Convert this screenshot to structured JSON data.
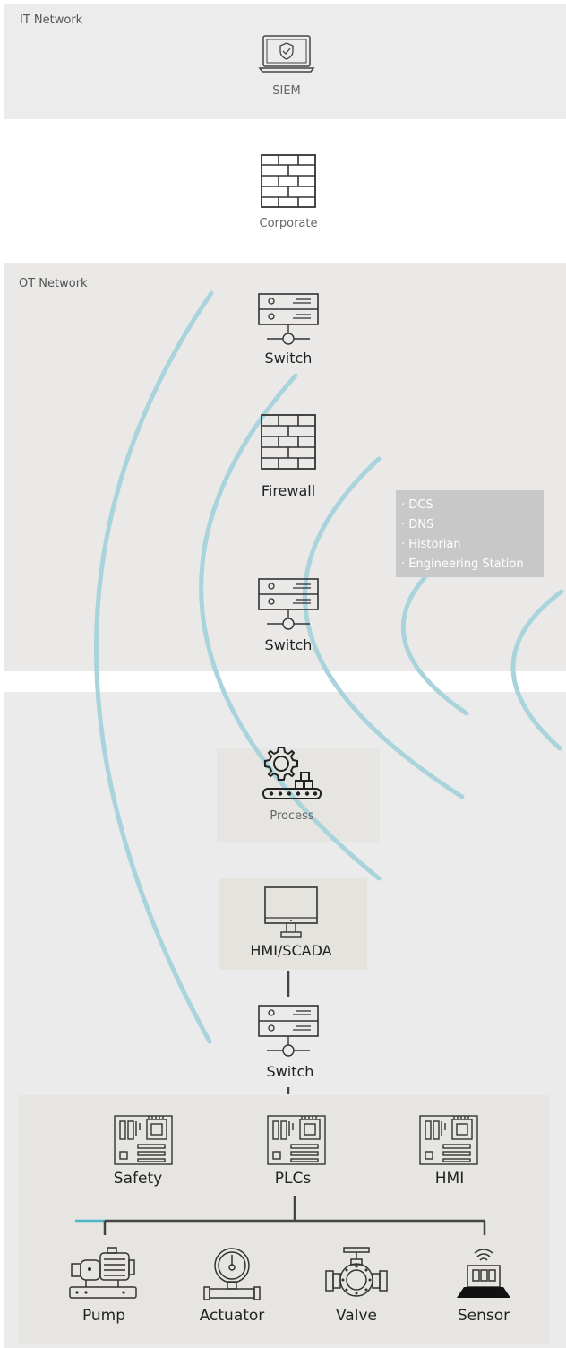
{
  "zones": {
    "it_network": "IT Network",
    "ot_network": "OT Network"
  },
  "nodes": {
    "siem": "SIEM",
    "corporate": "Corporate",
    "switch_top": "Switch",
    "firewall": "Firewall",
    "switch_mid": "Switch",
    "process": "Process",
    "hmi_scada": "HMI/SCADA",
    "switch_bottom": "Switch",
    "safety": "Safety",
    "plcs": "PLCs",
    "hmi": "HMI",
    "pump": "Pump",
    "actuator": "Actuator",
    "valve": "Valve",
    "sensor": "Sensor"
  },
  "ot_services": [
    "· DCS",
    "· DNS",
    "· Historian",
    "· Engineering Station"
  ],
  "colors": {
    "it_zone": "#ececec",
    "ot_zone": "#eae9e7",
    "field_zone": "#ebebeb",
    "arc": "#a9d4dc",
    "accent": "#4fb6c8"
  },
  "icons": {
    "siem": "laptop-shield-icon",
    "corporate": "firewall-icon",
    "switch": "switch-icon",
    "firewall": "firewall-icon",
    "process": "gear-conveyor-icon",
    "hmi_scada": "monitor-icon",
    "plc": "circuit-board-icon",
    "pump": "pump-icon",
    "actuator": "actuator-gauge-icon",
    "valve": "valve-icon",
    "sensor": "sensor-icon"
  }
}
